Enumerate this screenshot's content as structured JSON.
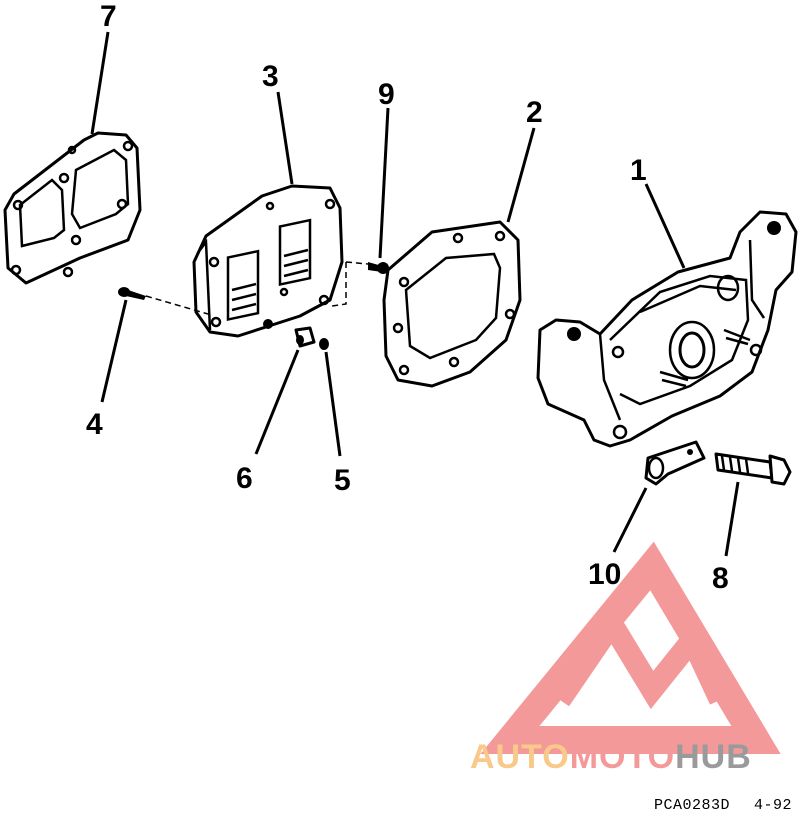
{
  "callouts": [
    {
      "id": "c1",
      "label": "1"
    },
    {
      "id": "c2",
      "label": "2"
    },
    {
      "id": "c3",
      "label": "3"
    },
    {
      "id": "c4",
      "label": "4"
    },
    {
      "id": "c5",
      "label": "5"
    },
    {
      "id": "c6",
      "label": "6"
    },
    {
      "id": "c7",
      "label": "7"
    },
    {
      "id": "c8",
      "label": "8"
    },
    {
      "id": "c9",
      "label": "9"
    },
    {
      "id": "c10",
      "label": "10"
    }
  ],
  "watermark": {
    "part1": "AUTO",
    "part2": "MOTO",
    "part3": "HUB",
    "colors": {
      "orange": "#f6b35a",
      "red": "#ee6e6e",
      "gray": "#707070"
    }
  },
  "footer": {
    "code": "PCA0283D",
    "date": "4-92"
  }
}
